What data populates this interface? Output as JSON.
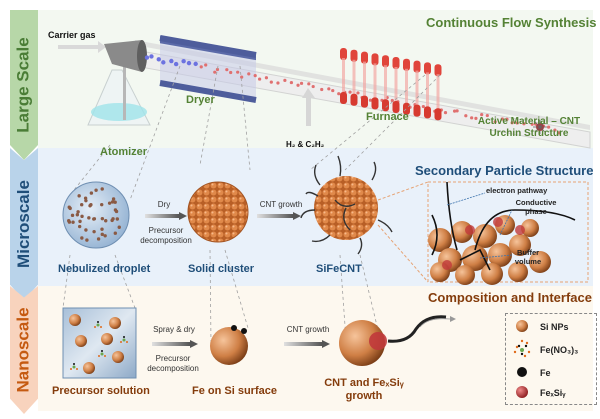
{
  "scales": {
    "large": "Large Scale",
    "micro": "Microscale",
    "nano": "Nanoscale"
  },
  "large_scale": {
    "title": "Continuous Flow Synthesis",
    "carrier_gas": "Carrier gas",
    "dryer": "Dryer",
    "atomizer": "Atomizer",
    "gas_inlet": "H₂ & C₂H₂",
    "furnace": "Furnace",
    "product_line1": "Active Material – CNT",
    "product_line2": "Urchin Structure"
  },
  "microscale": {
    "title": "Secondary Particle Structure",
    "droplet": "Nebulized droplet",
    "step1_top": "Dry",
    "step1_bottom_line1": "Precursor",
    "step1_bottom_line2": "decomposition",
    "cluster": "Solid cluster",
    "step2_top": "CNT growth",
    "product": "SiFeCNT",
    "callouts": {
      "electron": "electron pathway",
      "conductive_line1": "Conductive",
      "conductive_line2": "phase",
      "buffer_line1": "Buffer",
      "buffer_line2": "volume"
    }
  },
  "nanoscale": {
    "title": "Composition and Interface",
    "solution": "Precursor solution",
    "step1_top": "Spray & dry",
    "step1_bottom_line1": "Precursor",
    "step1_bottom_line2": "decomposition",
    "fe_on_si": "Fe on Si surface",
    "step2_top": "CNT growth",
    "growth_line1": "CNT and FeₓSiᵧ",
    "growth_line2": "growth"
  },
  "legend": [
    {
      "label": "Si NPs",
      "icon": "si-nanoparticle-icon"
    },
    {
      "label": "Fe(NO₃)₃",
      "icon": "iron-nitrate-icon"
    },
    {
      "label": "Fe",
      "icon": "iron-icon"
    },
    {
      "label": "FeₓSiᵧ",
      "icon": "iron-silicide-icon"
    }
  ],
  "colors": {
    "green": "#548235",
    "blue": "#1f4e79",
    "brown": "#843c0c",
    "si": "#d08a55",
    "fesi": "#c0393b"
  }
}
